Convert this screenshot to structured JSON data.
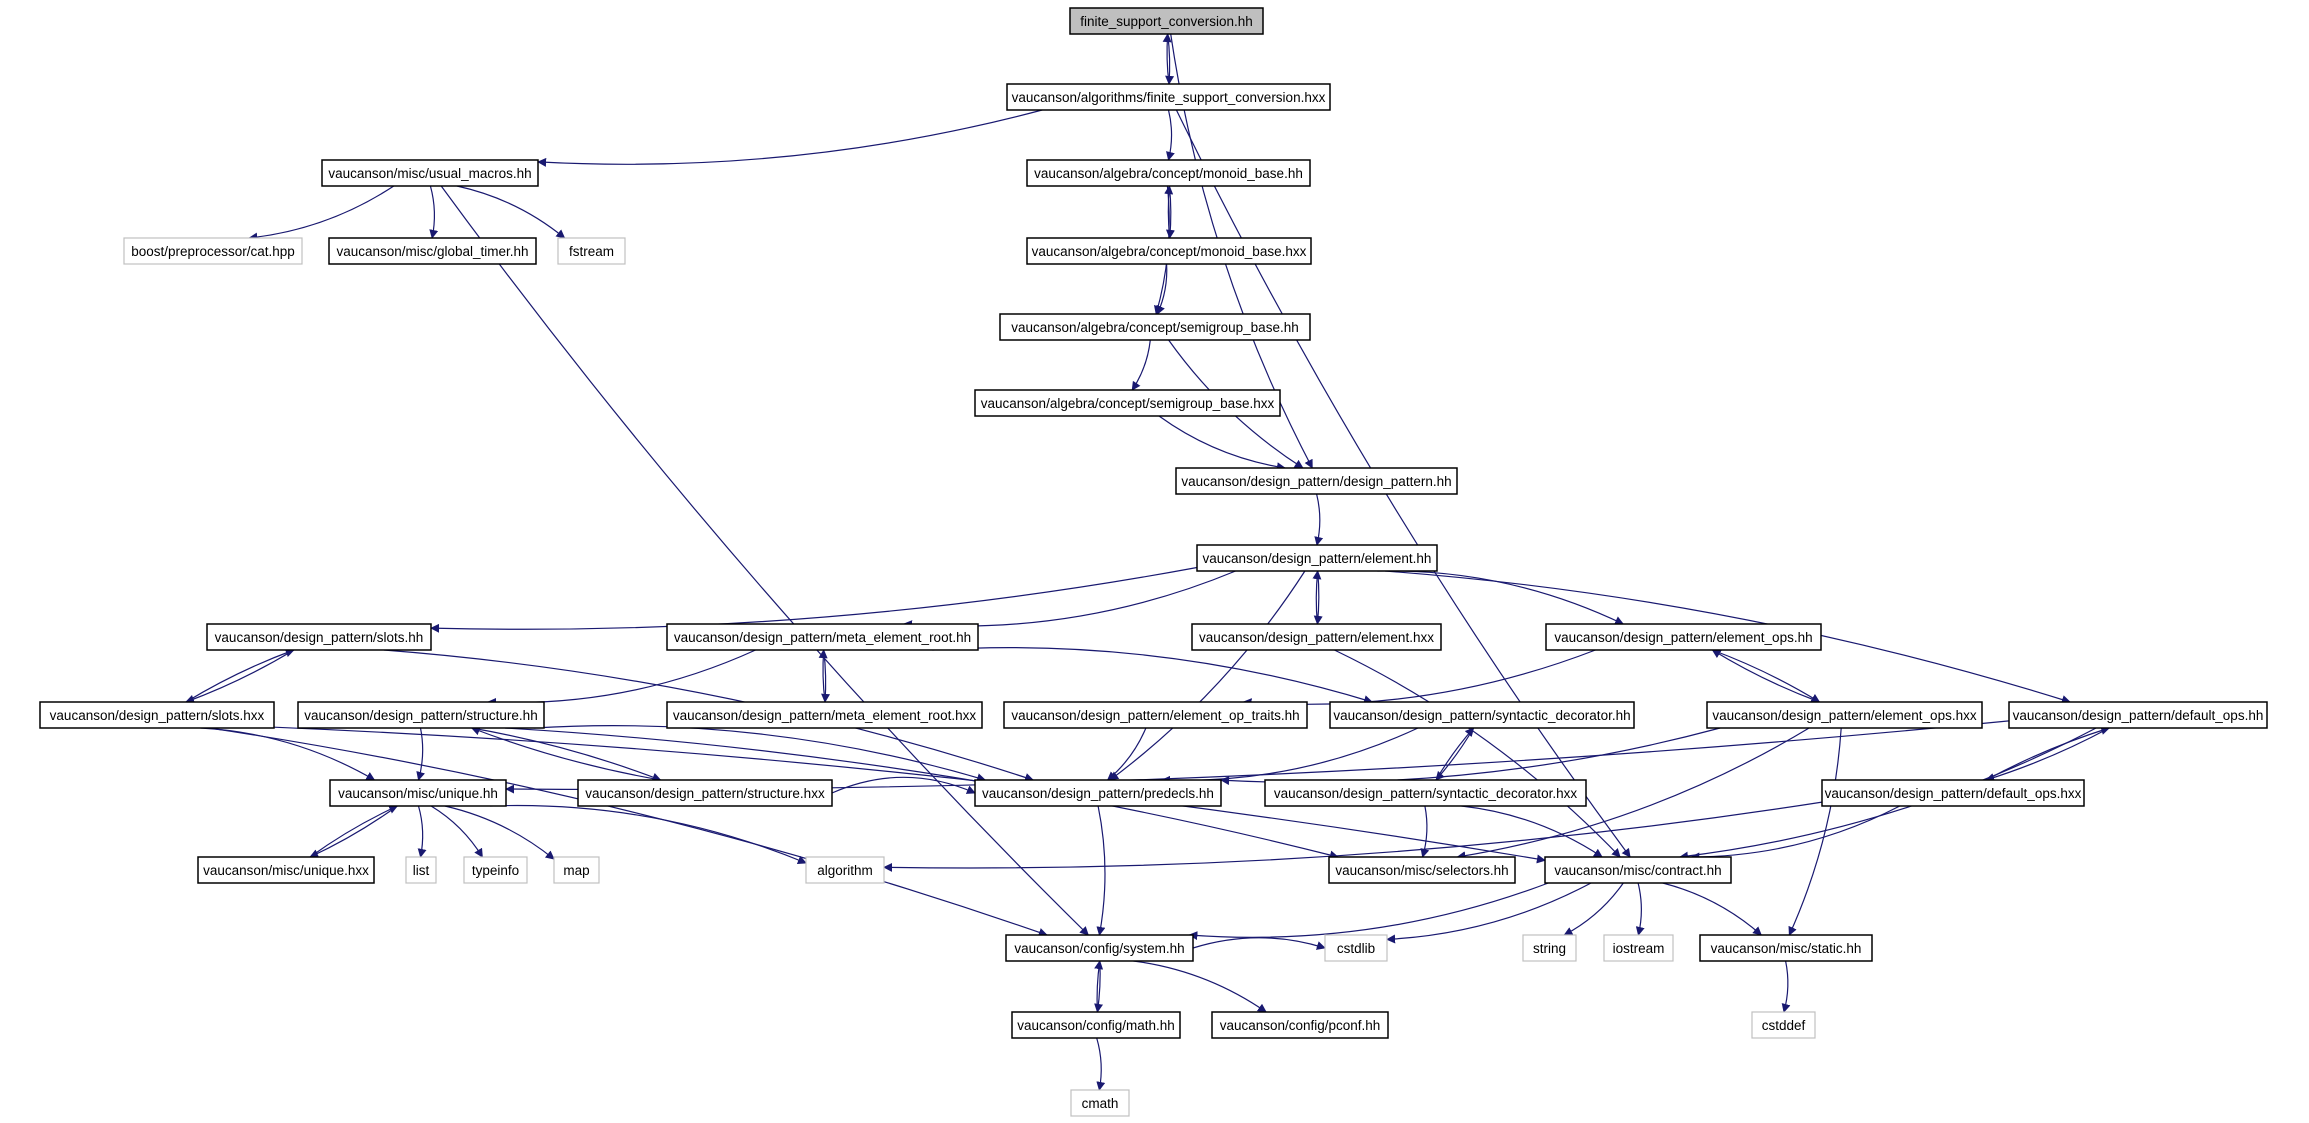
{
  "nodes": {
    "n0": {
      "label": "finite_support_conversion.hh",
      "kind": "current"
    },
    "n1": {
      "label": "vaucanson/algorithms/finite_support_conversion.hxx",
      "kind": "normal"
    },
    "n2": {
      "label": "vaucanson/misc/usual_macros.hh",
      "kind": "normal"
    },
    "n3": {
      "label": "vaucanson/algebra/concept/monoid_base.hh",
      "kind": "normal"
    },
    "n4": {
      "label": "boost/preprocessor/cat.hpp",
      "kind": "external"
    },
    "n5": {
      "label": "vaucanson/misc/global_timer.hh",
      "kind": "normal"
    },
    "n6": {
      "label": "fstream",
      "kind": "external"
    },
    "n7": {
      "label": "vaucanson/algebra/concept/monoid_base.hxx",
      "kind": "normal"
    },
    "n8": {
      "label": "vaucanson/algebra/concept/semigroup_base.hh",
      "kind": "normal"
    },
    "n9": {
      "label": "vaucanson/algebra/concept/semigroup_base.hxx",
      "kind": "normal"
    },
    "n10": {
      "label": "vaucanson/design_pattern/design_pattern.hh",
      "kind": "normal"
    },
    "n11": {
      "label": "vaucanson/design_pattern/element.hh",
      "kind": "normal"
    },
    "n12": {
      "label": "vaucanson/design_pattern/slots.hh",
      "kind": "normal"
    },
    "n13": {
      "label": "vaucanson/design_pattern/meta_element_root.hh",
      "kind": "normal"
    },
    "n14": {
      "label": "vaucanson/design_pattern/element.hxx",
      "kind": "normal"
    },
    "n15": {
      "label": "vaucanson/design_pattern/element_ops.hh",
      "kind": "normal"
    },
    "n16": {
      "label": "vaucanson/design_pattern/slots.hxx",
      "kind": "normal"
    },
    "n17": {
      "label": "vaucanson/design_pattern/structure.hh",
      "kind": "normal"
    },
    "n18": {
      "label": "vaucanson/design_pattern/meta_element_root.hxx",
      "kind": "normal"
    },
    "n19": {
      "label": "vaucanson/design_pattern/element_op_traits.hh",
      "kind": "normal"
    },
    "n20": {
      "label": "vaucanson/design_pattern/syntactic_decorator.hh",
      "kind": "normal"
    },
    "n21": {
      "label": "vaucanson/design_pattern/element_ops.hxx",
      "kind": "normal"
    },
    "n22": {
      "label": "vaucanson/design_pattern/default_ops.hh",
      "kind": "normal"
    },
    "n23": {
      "label": "vaucanson/misc/unique.hh",
      "kind": "normal"
    },
    "n24": {
      "label": "vaucanson/design_pattern/structure.hxx",
      "kind": "normal"
    },
    "n25": {
      "label": "vaucanson/design_pattern/predecls.hh",
      "kind": "normal"
    },
    "n26": {
      "label": "vaucanson/design_pattern/syntactic_decorator.hxx",
      "kind": "normal"
    },
    "n27": {
      "label": "vaucanson/design_pattern/default_ops.hxx",
      "kind": "normal"
    },
    "n28": {
      "label": "vaucanson/misc/unique.hxx",
      "kind": "normal"
    },
    "n29": {
      "label": "list",
      "kind": "external"
    },
    "n30": {
      "label": "typeinfo",
      "kind": "external"
    },
    "n31": {
      "label": "map",
      "kind": "external"
    },
    "n32": {
      "label": "algorithm",
      "kind": "external"
    },
    "n33": {
      "label": "vaucanson/misc/selectors.hh",
      "kind": "normal"
    },
    "n34": {
      "label": "vaucanson/misc/contract.hh",
      "kind": "normal"
    },
    "n35": {
      "label": "vaucanson/config/system.hh",
      "kind": "normal"
    },
    "n36": {
      "label": "cstdlib",
      "kind": "external"
    },
    "n37": {
      "label": "string",
      "kind": "external"
    },
    "n38": {
      "label": "iostream",
      "kind": "external"
    },
    "n39": {
      "label": "vaucanson/misc/static.hh",
      "kind": "normal"
    },
    "n40": {
      "label": "vaucanson/config/math.hh",
      "kind": "normal"
    },
    "n41": {
      "label": "vaucanson/config/pconf.hh",
      "kind": "normal"
    },
    "n42": {
      "label": "cstddef",
      "kind": "external"
    },
    "n43": {
      "label": "cmath",
      "kind": "external"
    }
  },
  "edges": [
    [
      "n0",
      "n1"
    ],
    [
      "n1",
      "n0"
    ],
    [
      "n0",
      "n10"
    ],
    [
      "n1",
      "n2"
    ],
    [
      "n1",
      "n3"
    ],
    [
      "n1",
      "n34"
    ],
    [
      "n2",
      "n4"
    ],
    [
      "n2",
      "n5"
    ],
    [
      "n2",
      "n6"
    ],
    [
      "n2",
      "n35"
    ],
    [
      "n3",
      "n7"
    ],
    [
      "n7",
      "n3"
    ],
    [
      "n3",
      "n8"
    ],
    [
      "n7",
      "n8"
    ],
    [
      "n8",
      "n9"
    ],
    [
      "n8",
      "n10"
    ],
    [
      "n9",
      "n10"
    ],
    [
      "n10",
      "n11"
    ],
    [
      "n11",
      "n12"
    ],
    [
      "n11",
      "n13"
    ],
    [
      "n11",
      "n14"
    ],
    [
      "n14",
      "n11"
    ],
    [
      "n11",
      "n15"
    ],
    [
      "n11",
      "n22"
    ],
    [
      "n11",
      "n25"
    ],
    [
      "n12",
      "n16"
    ],
    [
      "n16",
      "n12"
    ],
    [
      "n12",
      "n25"
    ],
    [
      "n13",
      "n18"
    ],
    [
      "n18",
      "n13"
    ],
    [
      "n13",
      "n17"
    ],
    [
      "n13",
      "n20"
    ],
    [
      "n14",
      "n34"
    ],
    [
      "n15",
      "n21"
    ],
    [
      "n21",
      "n15"
    ],
    [
      "n15",
      "n19"
    ],
    [
      "n16",
      "n23"
    ],
    [
      "n16",
      "n34"
    ],
    [
      "n16",
      "n35"
    ],
    [
      "n17",
      "n24"
    ],
    [
      "n24",
      "n17"
    ],
    [
      "n17",
      "n23"
    ],
    [
      "n17",
      "n25"
    ],
    [
      "n17",
      "n33"
    ],
    [
      "n19",
      "n25"
    ],
    [
      "n20",
      "n26"
    ],
    [
      "n26",
      "n20"
    ],
    [
      "n20",
      "n25"
    ],
    [
      "n21",
      "n25"
    ],
    [
      "n21",
      "n33"
    ],
    [
      "n21",
      "n39"
    ],
    [
      "n22",
      "n27"
    ],
    [
      "n27",
      "n22"
    ],
    [
      "n22",
      "n23"
    ],
    [
      "n22",
      "n34"
    ],
    [
      "n23",
      "n28"
    ],
    [
      "n28",
      "n23"
    ],
    [
      "n23",
      "n29"
    ],
    [
      "n23",
      "n30"
    ],
    [
      "n23",
      "n31"
    ],
    [
      "n23",
      "n32"
    ],
    [
      "n24",
      "n25"
    ],
    [
      "n25",
      "n35"
    ],
    [
      "n26",
      "n33"
    ],
    [
      "n26",
      "n34"
    ],
    [
      "n27",
      "n32"
    ],
    [
      "n27",
      "n34"
    ],
    [
      "n34",
      "n35"
    ],
    [
      "n34",
      "n36"
    ],
    [
      "n34",
      "n37"
    ],
    [
      "n34",
      "n38"
    ],
    [
      "n34",
      "n39"
    ],
    [
      "n35",
      "n40"
    ],
    [
      "n40",
      "n35"
    ],
    [
      "n35",
      "n41"
    ],
    [
      "n35",
      "n36"
    ],
    [
      "n39",
      "n42"
    ],
    [
      "n40",
      "n43"
    ]
  ]
}
